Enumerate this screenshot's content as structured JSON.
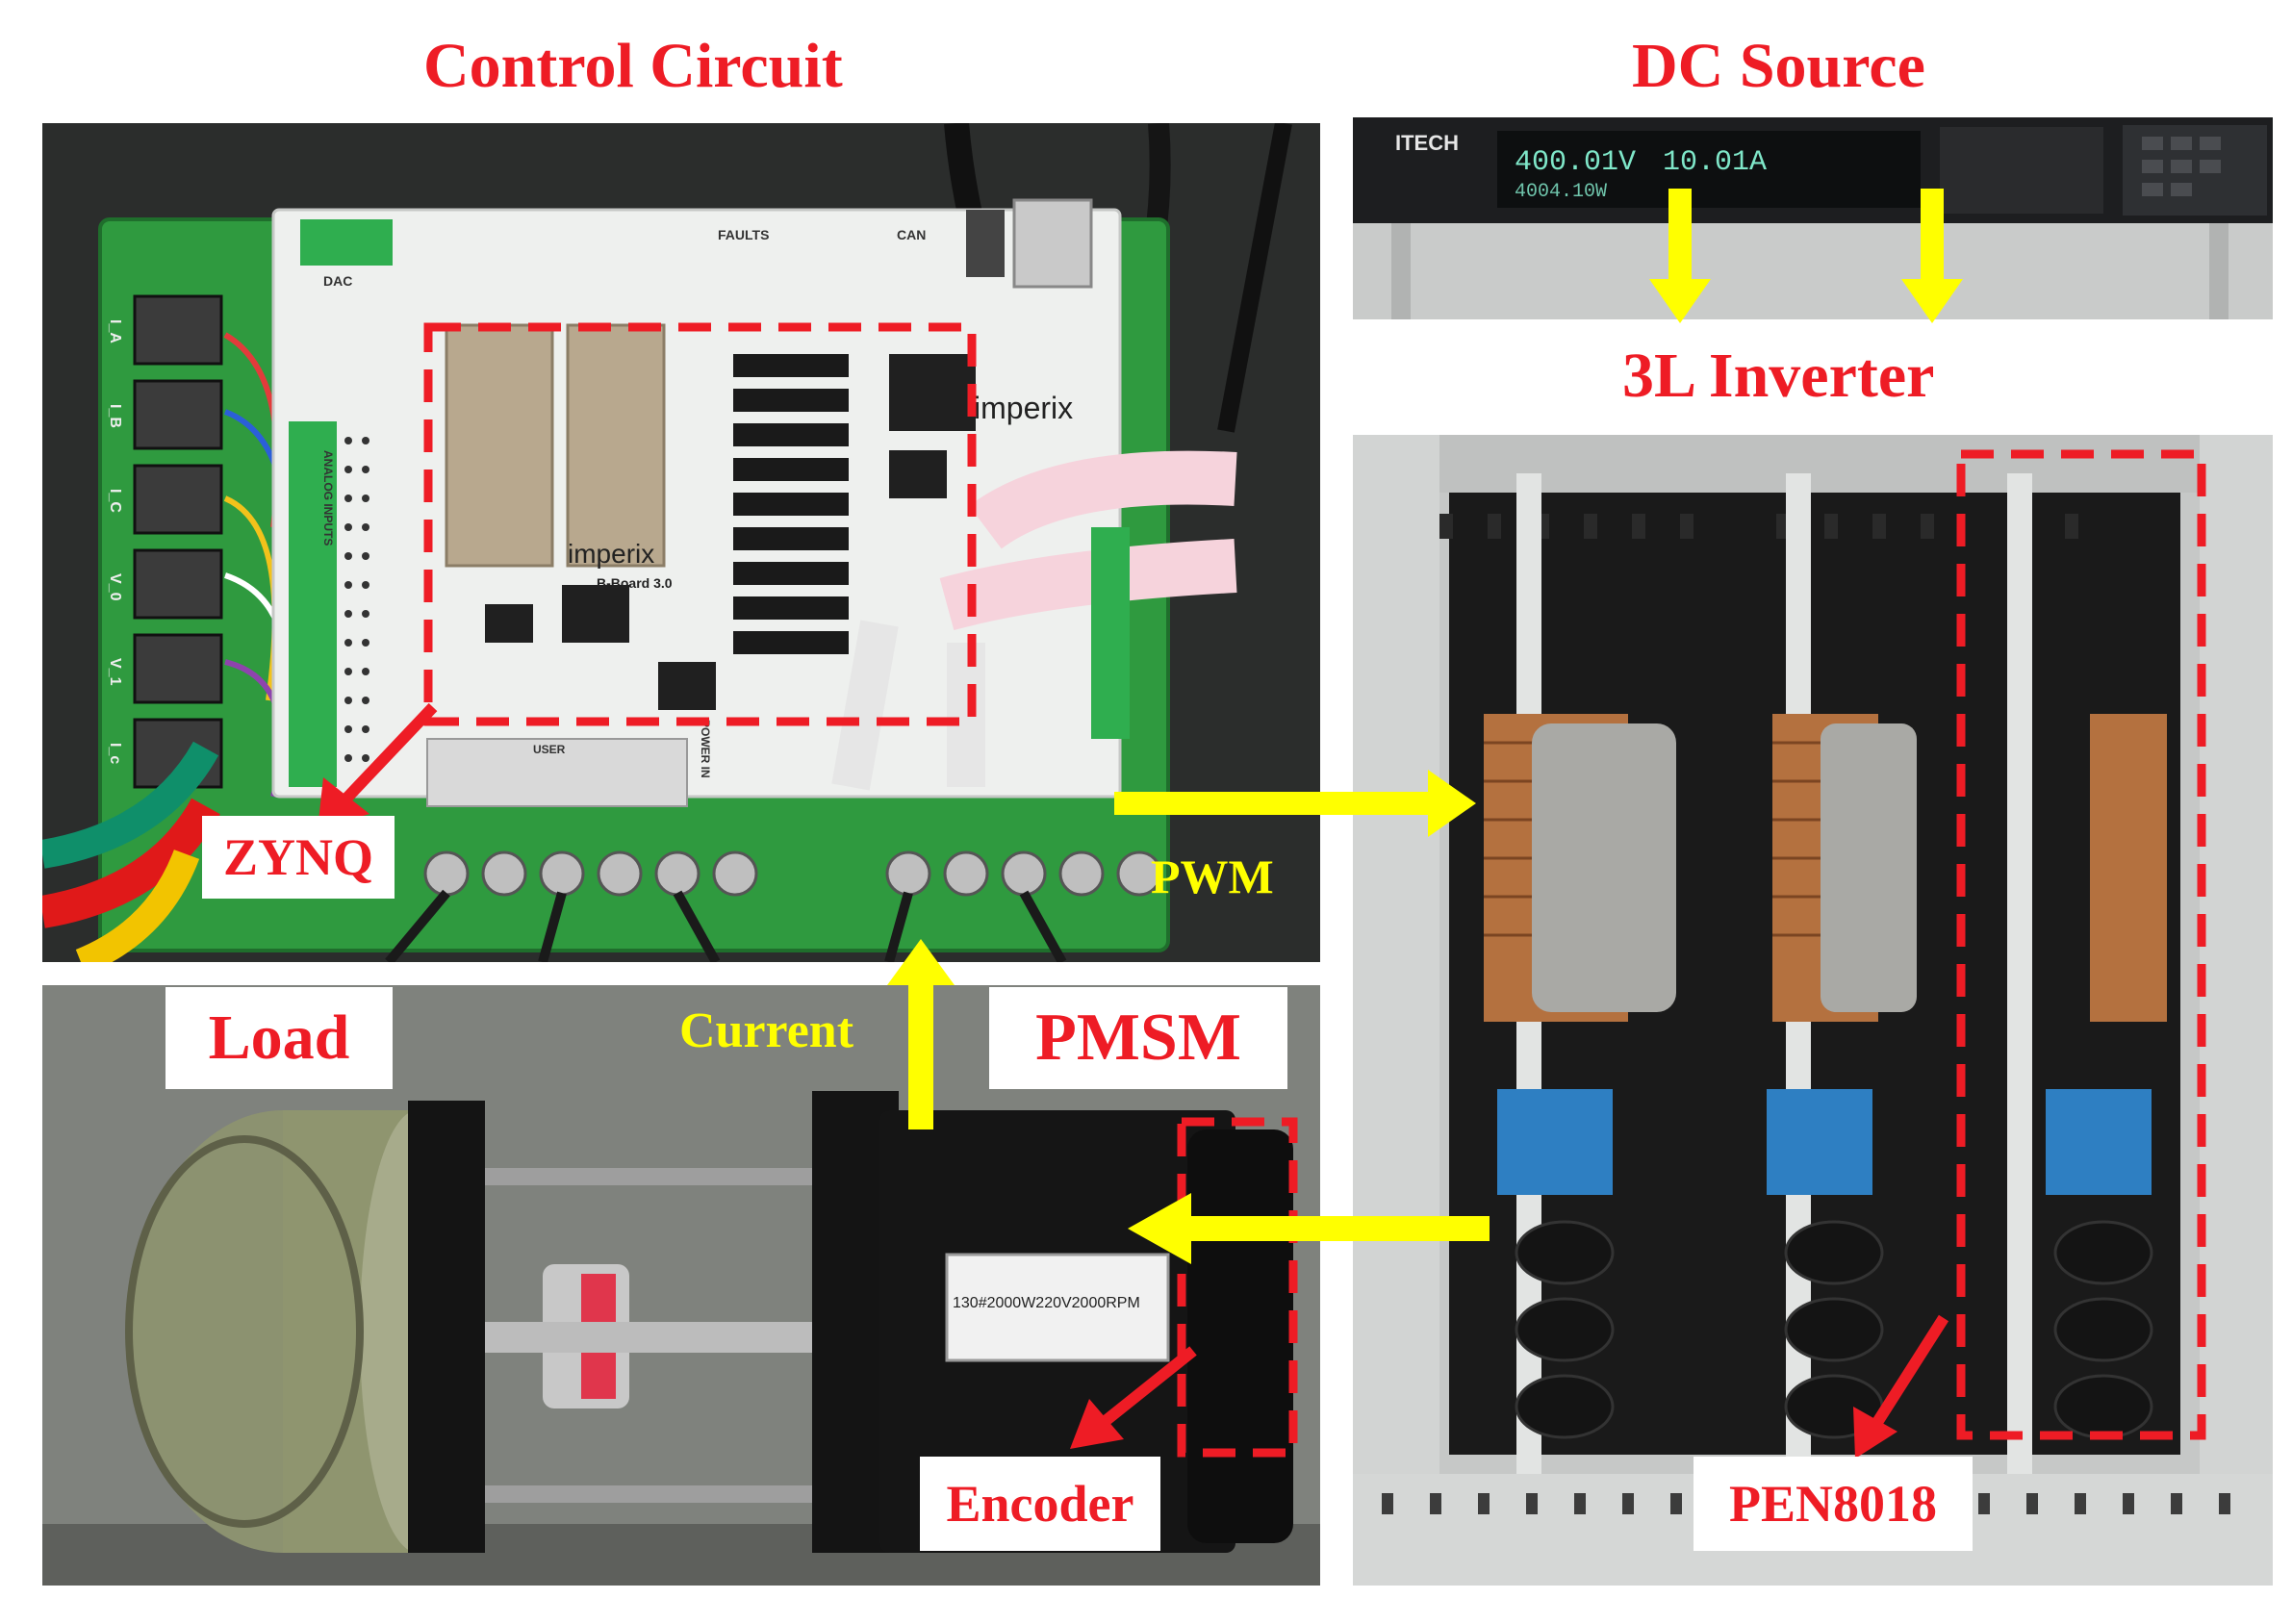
{
  "headings": {
    "control_circuit": "Control Circuit",
    "dc_source": "DC Source",
    "inverter": "3L Inverter"
  },
  "labels": {
    "zynq": "ZYNQ",
    "pwm": "PWM",
    "current": "Current",
    "load": "Load",
    "pmsm": "PMSM",
    "encoder": "Encoder",
    "pen8018": "PEN8018"
  },
  "board": {
    "brand_1": "imperix",
    "brand_2": "imperix",
    "model": "B-Board 3.0",
    "jacks": [
      "I_A",
      "I_B",
      "I_C",
      "V_0",
      "V_1",
      "I_c"
    ],
    "silk_dac": "DAC",
    "silk_faults": "FAULTS",
    "silk_can": "CAN",
    "silk_analog": "ANALOG INPUTS",
    "silk_user": "USER",
    "silk_power": "POWER IN"
  },
  "dc_supply": {
    "brand": "ITECH",
    "voltage": "400.01V",
    "current": "10.01A",
    "power": "4004.10W"
  },
  "motor": {
    "nameplate": "130#2000W220V2000RPM"
  },
  "colors": {
    "label_red": "#ee1c25",
    "arrow_yellow": "#ffff00",
    "pcb_green": "#2f9a3f",
    "board_white": "#eef0ee"
  }
}
